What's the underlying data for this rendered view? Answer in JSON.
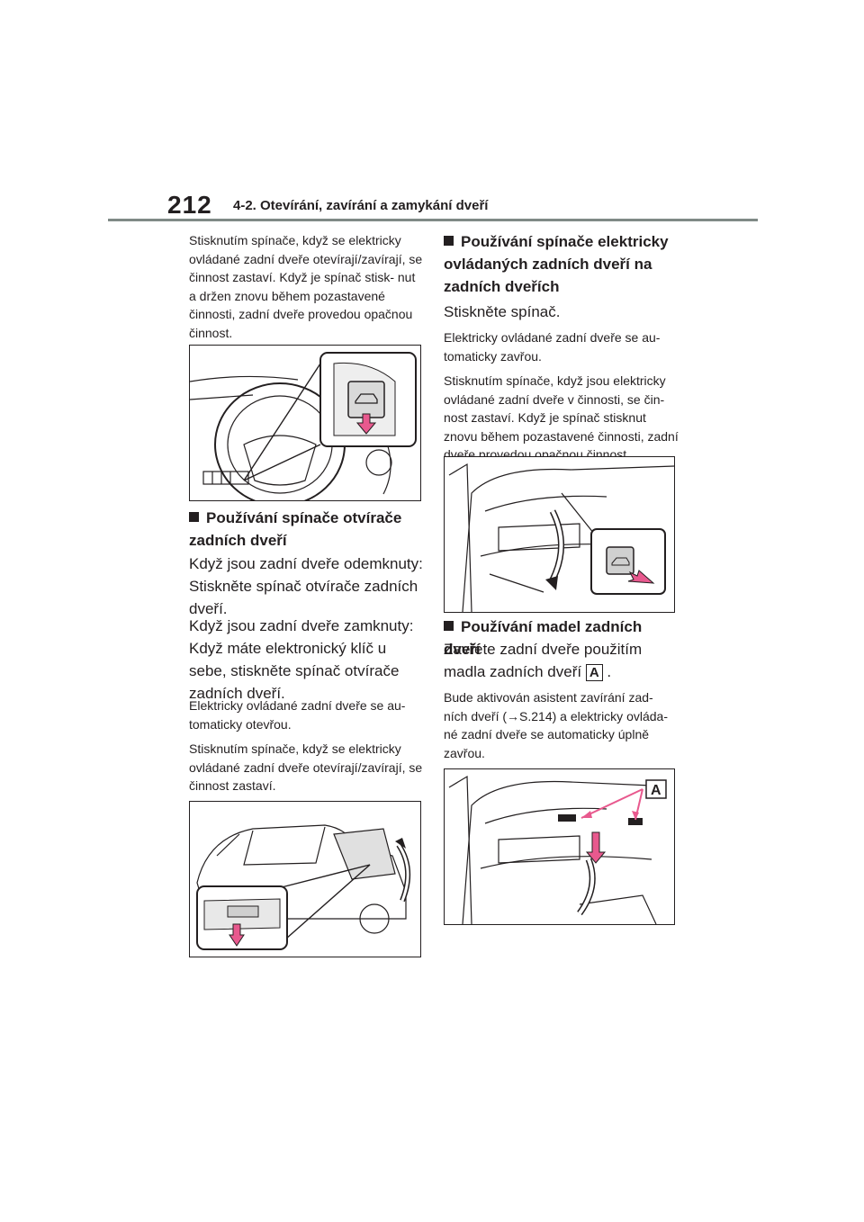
{
  "header": {
    "page_number": "212",
    "section_title": "4-2. Otevírání, zavírání a zamykání dveří"
  },
  "left": {
    "intro_para": "Stisknutím spínače, když se elektricky ovládané zadní dveře otevírají/zavírají, se činnost zastaví. Když je spínač stisk- nut a držen znovu během pozastavené činnosti, zadní dveře provedou opačnou činnost.",
    "heading_opener": "Používání spínače otvírače zadních dveří",
    "unlocked_text": "Když jsou zadní dveře odemknuty: Stiskněte spínač otvírače zadních dveří.",
    "locked_text": "Když jsou zadní dveře zamknuty: Když máte elektronický klíč u sebe, stiskněte spínač otvírače zadních dveří.",
    "note_open": "Elektricky ovládané zadní dveře se au- tomaticky otevřou.",
    "note_stop": "Stisknutím spínače, když se elektricky ovládané zadní dveře otevírají/zavírají, se činnost zastaví."
  },
  "right": {
    "heading_switch": "Používání spínače elektricky ovládaných zadních dveří na zadních dveřích",
    "press_switch": "Stiskněte spínač.",
    "note_close": "Elektricky ovládané zadní dveře se au- tomaticky zavřou.",
    "note_reverse": "Stisknutím spínače, když jsou elektricky ovládané zadní dveře v činnosti, se čin- nost zastaví. Když je spínač stisknut znovu během pozastavené činnosti, zadní dveře provedou opačnou činnost.",
    "heading_handles": "Používání madel zadních dveří",
    "close_text_prefix": "Zavřete zadní dveře použitím madla zadních dveří",
    "close_text_suffix": ".",
    "label_a": "A",
    "assist_text": "Bude aktivován asistent zavírání zad- ních dveří (→S.214) a elektricky ovláda- né zadní dveře se automaticky úplně zavřou."
  }
}
